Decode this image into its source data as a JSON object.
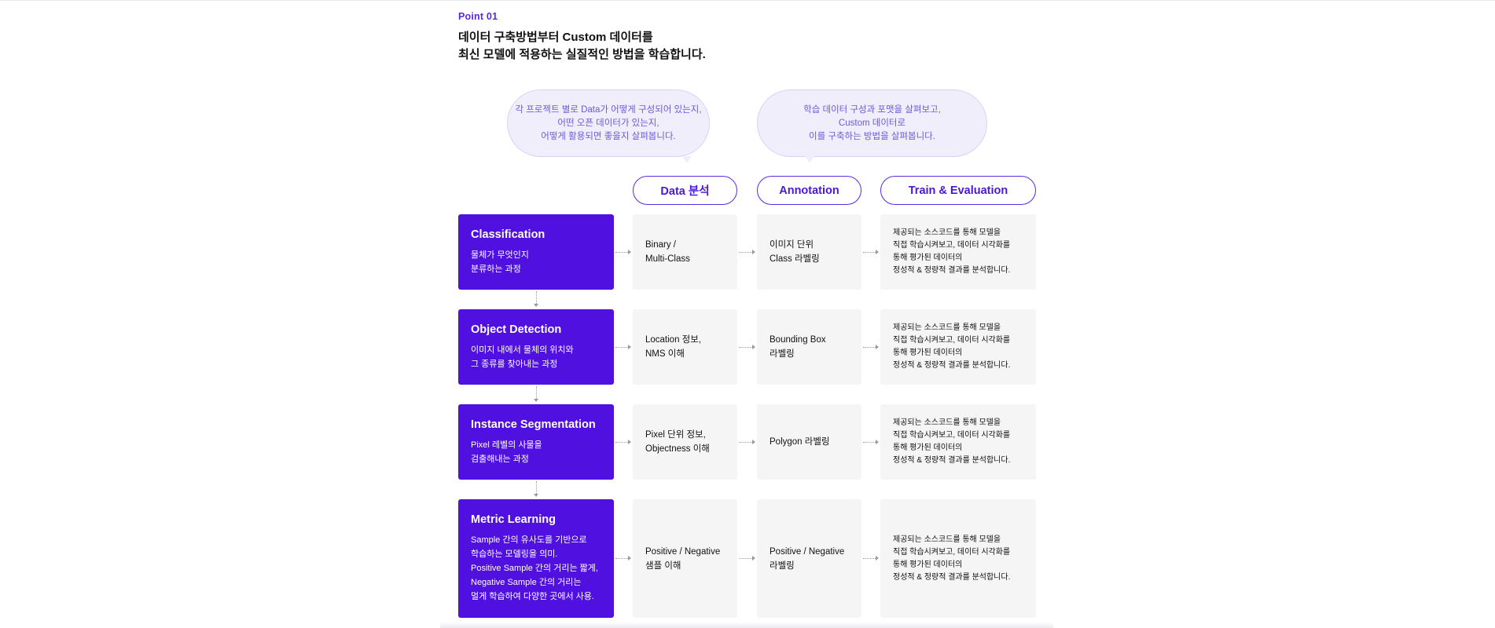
{
  "header": {
    "point_label": "Point 01",
    "title_line1": "데이터 구축방법부터 Custom 데이터를",
    "title_line2": "최신 모델에 적용하는 실질적인 방법을 학습합니다."
  },
  "bubbles": [
    {
      "lines": [
        "각 프로젝트 별로 Data가 어떻게 구성되어 있는지,",
        "어떤 오픈 데이터가 있는지,",
        "어떻게 활용되면 좋을지 살펴봅니다."
      ]
    },
    {
      "lines": [
        "학습 데이터 구성과 포맷을 살펴보고,",
        "Custom 데이터로",
        "이를 구축하는 방법을 살펴봅니다."
      ]
    }
  ],
  "columns": [
    "Data 분석",
    "Annotation",
    "Train & Evaluation"
  ],
  "rows": [
    {
      "title": "Classification",
      "desc": [
        "물체가 무엇인지",
        "분류하는 과정"
      ],
      "data": [
        "Binary /",
        "Multi-Class"
      ],
      "annotation": [
        "이미지 단위",
        "Class 라벨링"
      ],
      "train": [
        "제공되는 소스코드를 통해 모델을",
        "직접 학습시켜보고, 데이터 시각화를",
        "통해 평가된 데이터의",
        "정성적 & 정량적 결과를 분석합니다."
      ]
    },
    {
      "title": "Object Detection",
      "desc": [
        "이미지 내에서 물체의 위치와",
        "그 종류를 찾아내는 과정"
      ],
      "data": [
        "Location 정보,",
        "NMS 이해"
      ],
      "annotation": [
        "Bounding Box",
        "라벨링"
      ],
      "train": [
        "제공되는 소스코드를 통해 모델을",
        "직접 학습시켜보고, 데이터 시각화를",
        "통해 평가된 데이터의",
        "정성적 & 정량적 결과를 분석합니다."
      ]
    },
    {
      "title": "Instance Segmentation",
      "desc": [
        "Pixel 레벨의 사물을",
        "검출해내는 과정"
      ],
      "data": [
        "Pixel 단위 정보,",
        "Objectness 이해"
      ],
      "annotation": [
        "Polygon 라벨링"
      ],
      "train": [
        "제공되는 소스코드를 통해 모델을",
        "직접 학습시켜보고, 데이터 시각화를",
        "통해 평가된 데이터의",
        "정성적 & 정량적 결과를 분석합니다."
      ]
    },
    {
      "title": "Metric Learning",
      "desc": [
        "Sample 간의 유사도를 기반으로",
        "학습하는 모델링을 의미.",
        "Positive Sample 간의 거리는 짧게,",
        "Negative Sample 간의 거리는",
        "멀게 학습하여 다양한 곳에서 사용."
      ],
      "data": [
        "Positive / Negative",
        "샘플 이해"
      ],
      "annotation": [
        "Positive / Negative",
        "라벨링"
      ],
      "train": [
        "제공되는 소스코드를 통해 모델을",
        "직접 학습시켜보고, 데이터 시각화를",
        "통해 평가된 데이터의",
        "정성적 & 정량적 결과를 분석합니다."
      ]
    }
  ],
  "colors": {
    "accent": "#4f10e0",
    "pill_text": "#4a17d6",
    "bubble_bg": "#f1eefc",
    "bubble_text": "#6b5ad6",
    "cell_bg": "#f5f5f6"
  }
}
